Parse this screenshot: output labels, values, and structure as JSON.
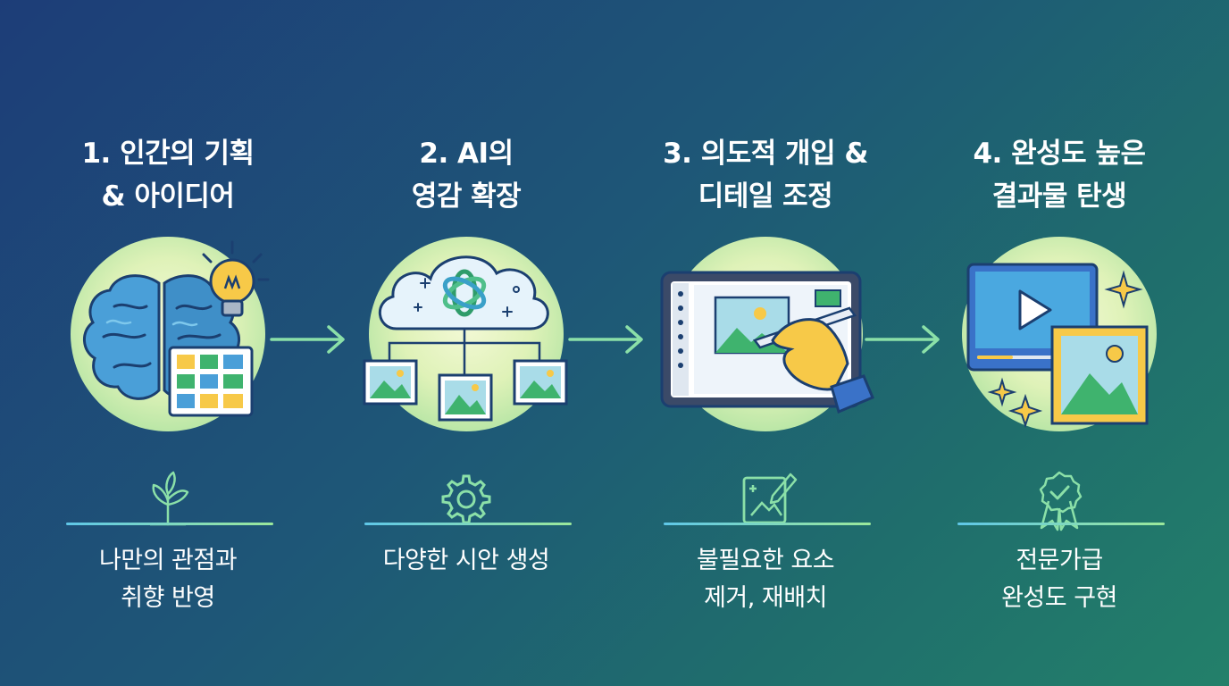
{
  "steps": [
    {
      "title_line1": "1. 인간의 기획",
      "title_line2": "& 아이디어",
      "desc_line1": "나만의 관점과",
      "desc_line2": "취향 반영"
    },
    {
      "title_line1": "2. AI의",
      "title_line2": "영감 확장",
      "desc_line1": "다양한 시안 생성",
      "desc_line2": ""
    },
    {
      "title_line1": "3. 의도적 개입 &",
      "title_line2": "디테일 조정",
      "desc_line1": "불필요한 요소",
      "desc_line2": "제거, 재배치"
    },
    {
      "title_line1": "4. 완성도 높은",
      "title_line2": "결과물 탄생",
      "desc_line1": "전문가급",
      "desc_line2": "완성도 구현"
    }
  ],
  "icons": [
    "brain-icon",
    "lightbulb-icon",
    "sticky-notes-icon",
    "ai-cloud-icon",
    "image-options-icon",
    "tablet-editor-icon",
    "hand-stylus-icon",
    "video-player-icon",
    "framed-image-icon",
    "sparkle-icon",
    "plant-icon",
    "gear-icon",
    "edit-image-icon",
    "award-badge-icon",
    "arrow-right-icon"
  ],
  "colors": {
    "title": "#ffffff",
    "arrow": "#8be0a8",
    "accent_line": "#7fd7c4"
  }
}
